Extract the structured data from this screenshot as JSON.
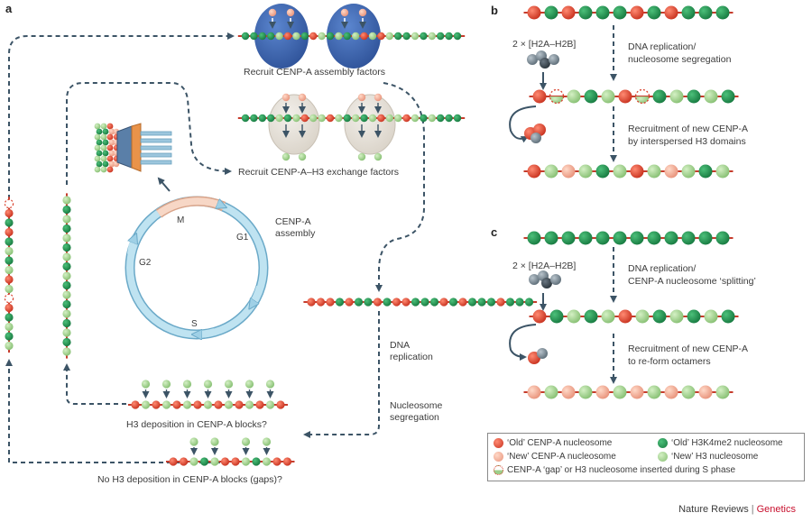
{
  "panels": {
    "a": "a",
    "b": "b",
    "c": "c"
  },
  "panel_a": {
    "recruit_assembly": "Recruit CENP-A assembly factors",
    "recruit_exchange": "Recruit CENP-A–H3 exchange factors",
    "cycle": {
      "M": "M",
      "G1": "G1",
      "S": "S",
      "G2": "G2",
      "assembly_line1": "CENP-A",
      "assembly_line2": "assembly"
    },
    "dna_replication_line1": "DNA",
    "dna_replication_line2": "replication",
    "nucleosome_segregation_line1": "Nucleosome",
    "nucleosome_segregation_line2": "segregation",
    "h3_deposition": "H3 deposition in CENP-A blocks?",
    "no_h3_deposition": "No H3 deposition in CENP-A blocks (gaps)?"
  },
  "panel_b": {
    "h2a_h2b": "2 × [H2A–H2B]",
    "step1_line1": "DNA replication/",
    "step1_line2": "nucleosome segregation",
    "step2_line1": "Recruitment of new CENP-A",
    "step2_line2": "by interspersed H3 domains"
  },
  "panel_c": {
    "h2a_h2b": "2 × [H2A–H2B]",
    "step1_line1": "DNA replication/",
    "step1_line2": "CENP-A nucleosome ‘splitting’",
    "step2_line1": "Recruitment of new CENP-A",
    "step2_line2": "to re-form octamers"
  },
  "legend": {
    "old_cenpa": "‘Old’ CENP-A nucleosome",
    "old_h3k4": "‘Old’ H3K4me2 nucleosome",
    "new_cenpa": "‘New’ CENP-A nucleosome",
    "new_h3": "‘New’ H3 nucleosome",
    "gap": "CENP-A ‘gap’ or H3 nucleosome inserted during S phase"
  },
  "credit": {
    "journal": "Nature Reviews",
    "section": "Genetics"
  },
  "colors": {
    "old_cenpa": "#d9402c",
    "new_cenpa": "#f2a58e",
    "old_h3": "#1f8f4e",
    "new_h3": "#9ccf8a",
    "dna": "#c63c2c",
    "arrow": "#3c5466",
    "cycle": "#9fd0e6",
    "assembly_blob": "#3d66b0",
    "exchange_blob": "#e4ded6",
    "m_arrow": "#f3c9b4",
    "brand": "#c8102e"
  }
}
